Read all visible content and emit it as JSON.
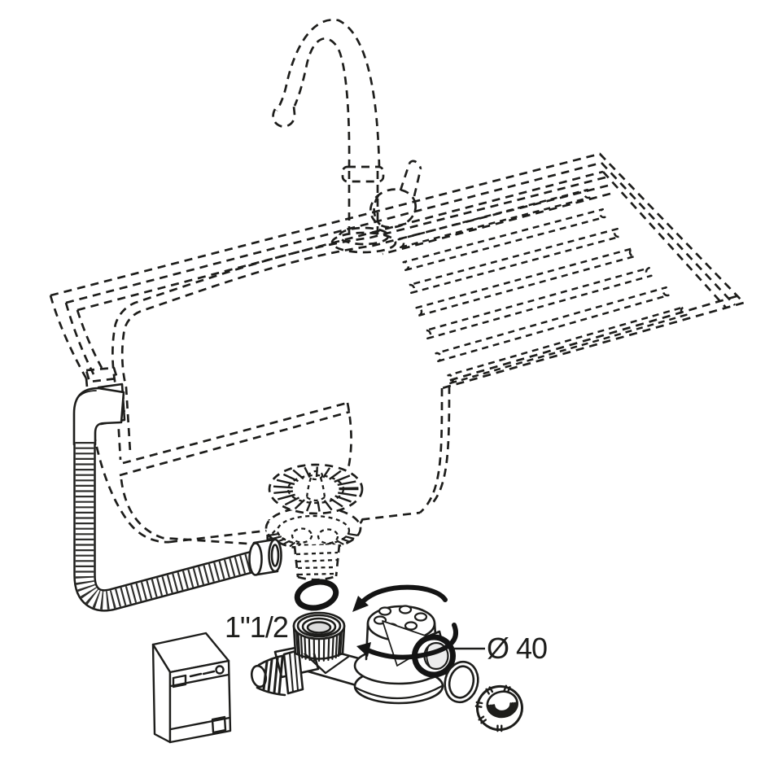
{
  "diagram": {
    "name": "kitchen-sink-drain-installation-diagram",
    "labels": {
      "trap_inlet_size": "1\"1/2",
      "outlet_diameter": "Ø 40"
    },
    "colors": {
      "line": "#1d1d1b",
      "emphasis": "#141414",
      "background": "#ffffff"
    }
  }
}
